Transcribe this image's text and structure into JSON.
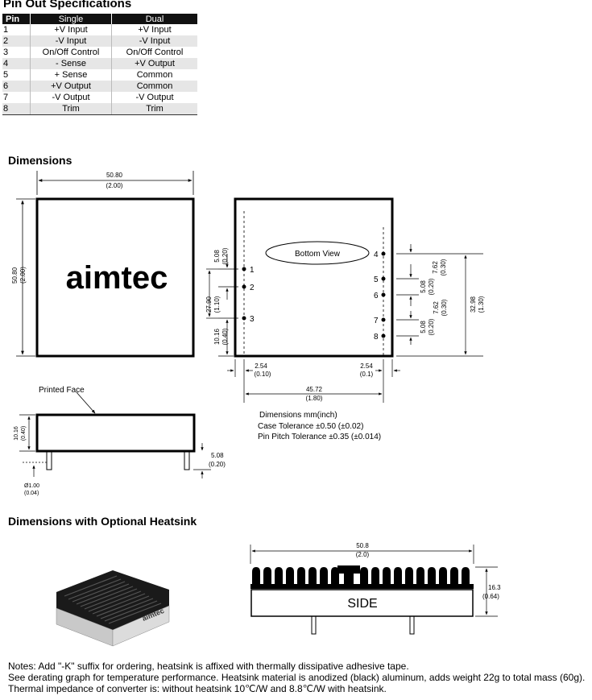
{
  "pin_specs": {
    "title": "Pin Out Specifications",
    "headers": [
      "Pin",
      "Single",
      "Dual"
    ],
    "rows": [
      [
        "1",
        "+V Input",
        "+V Input"
      ],
      [
        "2",
        "-V Input",
        "-V Input"
      ],
      [
        "3",
        "On/Off Control",
        "On/Off Control"
      ],
      [
        "4",
        "- Sense",
        "+V  Output"
      ],
      [
        "5",
        "+ Sense",
        "Common"
      ],
      [
        "6",
        "+V  Output",
        "Common"
      ],
      [
        "7",
        "-V Output",
        "-V Output"
      ],
      [
        "8",
        "Trim",
        "Trim"
      ]
    ]
  },
  "dimensions": {
    "title": "Dimensions",
    "logo_text": "aimtec",
    "bottom_view_label": "Bottom View",
    "printed_face_label": "Printed Face",
    "pin_numbers": [
      "1",
      "2",
      "3",
      "4",
      "5",
      "6",
      "7",
      "8"
    ],
    "dims": {
      "width_mm": "50.80",
      "width_in": "(2.00)",
      "height_mm": "50.80",
      "height_in": "(2.00)",
      "pin1_offset_mm": "5.08",
      "pin1_offset_in": "(0.20)",
      "pins_span_mm": "27.90",
      "pins_span_in": "(1.10)",
      "pin3_mm": "10.16",
      "pin3_in": "(0.40)",
      "pin4_mm": "7.62",
      "pin4_in": "(0.30)",
      "pin56_mm": "5.08",
      "pin56_in": "(0.20)",
      "pin67_mm": "7.62",
      "pin67_in": "(0.30)",
      "pin78_mm": "5.08",
      "pin78_in": "(0.20)",
      "right_span_mm": "32.98",
      "right_span_in": "(1.30)",
      "left_edge_mm": "2.54",
      "left_edge_in": "(0.10)",
      "right_edge_mm": "2.54",
      "right_edge_in": "(0.1)",
      "pitch_mm": "45.72",
      "pitch_in": "(1.80)",
      "side_height_mm": "10.16",
      "side_height_in": "(0.40)",
      "pin_len_mm": "5.08",
      "pin_len_in": "(0.20)",
      "pin_dia_mm": "Ø1.00",
      "pin_dia_in": "(0.04)"
    },
    "units_note": "Dimensions  mm(inch)",
    "case_tolerance": "Case Tolerance ±0.50 (±0.02)",
    "pin_tolerance": "Pin Pitch Tolerance ±0.35 (±0.014)"
  },
  "heatsink": {
    "title": "Dimensions with Optional Heatsink",
    "photo_brand": "aimtec",
    "width_mm": "50.8",
    "width_in": "(2.0)",
    "height_mm": "16.3",
    "height_in": "(0.64)",
    "side_label": "SIDE"
  },
  "notes": [
    "Notes: Add \"-K\" suffix for ordering, heatsink is affixed with thermally dissipative adhesive tape.",
    "See derating graph for temperature performance. Heatsink material is anodized (black) aluminum, adds weight 22g to total mass (60g). Thermal impedance of converter is: without heatsink 10℃/W and 8.8℃/W with heatsink."
  ]
}
